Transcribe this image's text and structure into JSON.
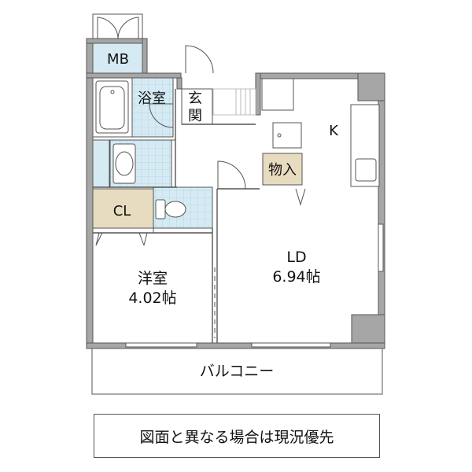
{
  "rooms": {
    "mb": "MB",
    "bath": "浴室",
    "entrance_line1": "玄",
    "entrance_line2": "関",
    "kitchen": "K",
    "storage": "物入",
    "closet": "CL",
    "western_room": "洋室",
    "western_room_size": "4.02帖",
    "living_dining": "LD",
    "living_dining_size": "6.94帖",
    "balcony": "バルコニー"
  },
  "note": "図面と異なる場合は現況優先",
  "colors": {
    "wall": "#a6a6a6",
    "wall_outline": "#555555",
    "wet_area": "#d6eaf3",
    "tile_grid": "#9fcfe6",
    "storage_fill": "#e8dcc0",
    "line": "#555555"
  }
}
